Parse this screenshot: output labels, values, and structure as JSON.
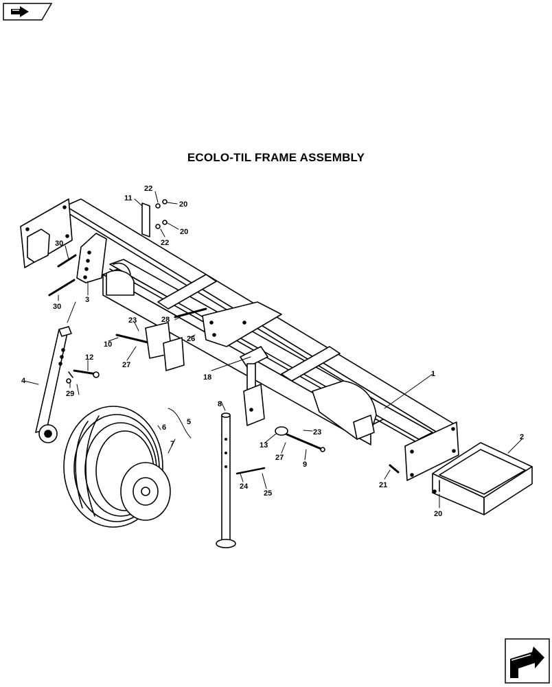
{
  "page": {
    "title": "ECOLO-TIL FRAME ASSEMBLY"
  },
  "navigation": {
    "previous_icon": "arrow-back-icon",
    "next_icon": "arrow-forward-icon"
  },
  "callouts": {
    "c1": "1",
    "c2": "2",
    "c3": "3",
    "c4": "4",
    "c5": "5",
    "c6": "6",
    "c7": "7",
    "c8": "8",
    "c9": "9",
    "c10": "10",
    "c11": "11",
    "c12": "12",
    "c13": "13",
    "c18": "18",
    "c20a": "20",
    "c20b": "20",
    "c20c": "20",
    "c21": "21",
    "c22a": "22",
    "c22b": "22",
    "c23a": "23",
    "c23b": "23",
    "c24": "24",
    "c25": "25",
    "c26": "26",
    "c27a": "27",
    "c27b": "27",
    "c28": "28",
    "c29": "29",
    "c30a": "30",
    "c30b": "30"
  }
}
